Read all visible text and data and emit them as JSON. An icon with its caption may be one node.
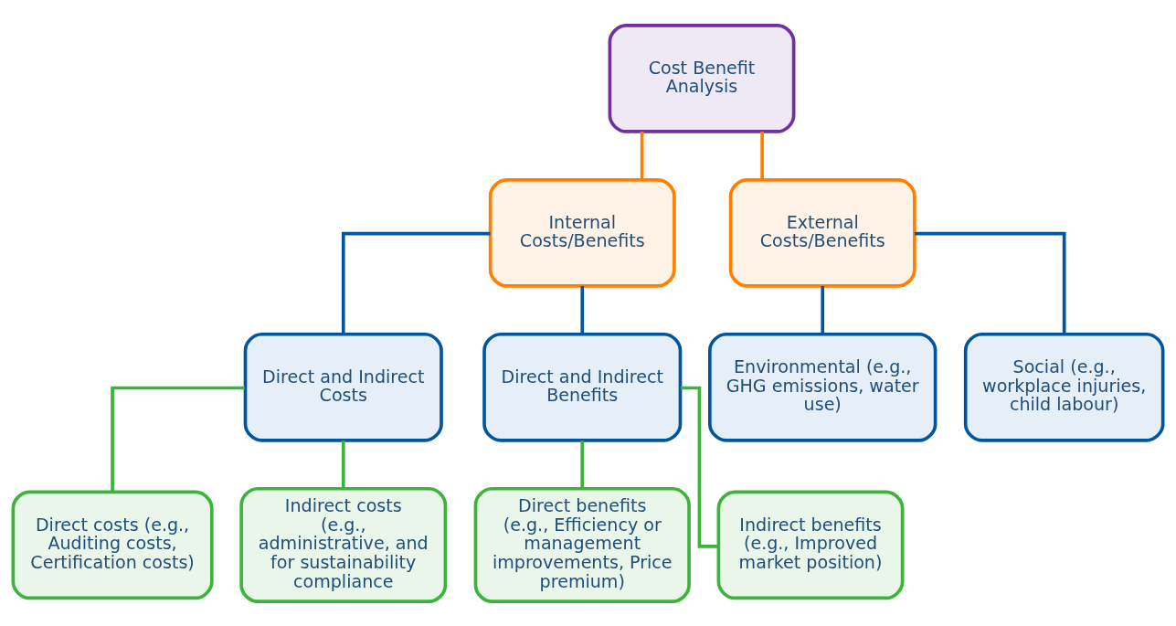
{
  "diagram": {
    "nodes": [
      {
        "text": [
          "Cost Benefit Analysis"
        ]
      },
      {
        "text": [
          "Internal Costs/Benefits"
        ]
      },
      {
        "text": [
          "External Costs/Benefits"
        ]
      },
      {
        "text": [
          "Direct and Indirect Costs"
        ]
      },
      {
        "text": [
          "Direct and Indirect Benefits"
        ]
      },
      {
        "text": [
          "Environmental (e.g., GHG emissions, water use)"
        ]
      },
      {
        "text": [
          "Social (e.g., workplace injuries, child labour)"
        ]
      },
      {
        "text": [
          "Direct costs (e.g., Auditing costs, Certification costs)"
        ]
      },
      {
        "text": [
          "Indirect costs (e.g., administrative, and for sustainability compliance"
        ]
      },
      {
        "text": [
          "Direct benefits (e.g., Efficiency or management improvements, Price premium)"
        ]
      },
      {
        "text": [
          "Indirect benefits (e.g., Improved market position)"
        ]
      }
    ],
    "edges": [
      {
        "from": 0,
        "to": 1,
        "arrow": "none",
        "color": "#ff7f00"
      },
      {
        "from": 0,
        "to": 2,
        "arrow": "none",
        "color": "#ff7f00"
      },
      {
        "from": 1,
        "to": 3,
        "arrow": "none",
        "color": "#0055a0"
      },
      {
        "from": 1,
        "to": 4,
        "arrow": "none",
        "color": "#0055a0"
      },
      {
        "from": 2,
        "to": 5,
        "arrow": "none",
        "color": "#0055a0"
      },
      {
        "from": 2,
        "to": 6,
        "arrow": "none",
        "color": "#0055a0"
      },
      {
        "from": 3,
        "to": 7,
        "arrow": "none",
        "color": "#3cb43c"
      },
      {
        "from": 3,
        "to": 8,
        "arrow": "none",
        "color": "#3cb43c"
      },
      {
        "from": 4,
        "to": 9,
        "arrow": "none",
        "color": "#3cb43c"
      },
      {
        "from": 4,
        "to": 10,
        "arrow": "none",
        "color": "#3cb43c"
      }
    ]
  }
}
